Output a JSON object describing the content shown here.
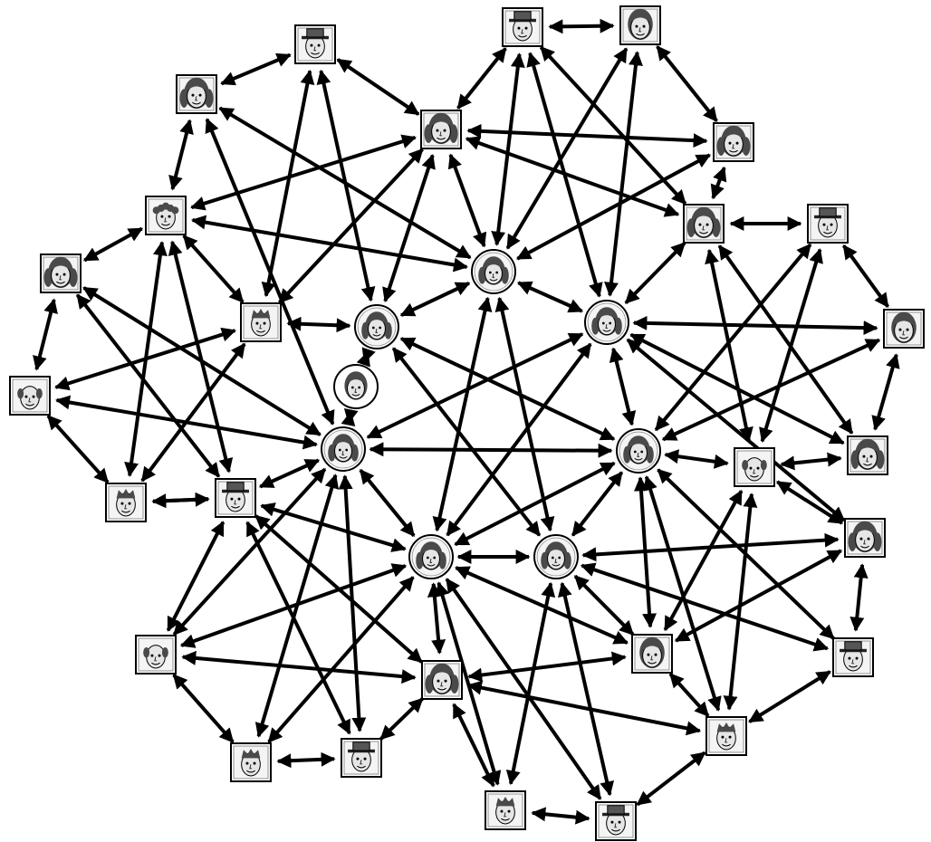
{
  "diagram": {
    "kind": "network",
    "node_icons": {
      "square": "person-portrait-icon",
      "circle": "person-avatar-icon",
      "center": "person-portrait-icon"
    },
    "colors": {
      "edge": "#000000",
      "frame": "#000000",
      "frame_fill": "#ffffff",
      "face_fill": "#e6e6e6",
      "hair_fill": "#4a4a4a"
    },
    "hair_styles": [
      "hat",
      "pigtails",
      "curly",
      "spiky",
      "bald",
      "bob"
    ]
  }
}
